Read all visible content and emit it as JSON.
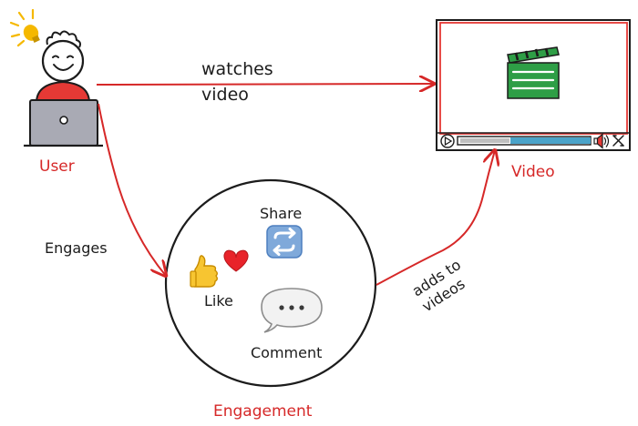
{
  "nodes": {
    "user": {
      "label": "User"
    },
    "video": {
      "label": "Video"
    },
    "engagement": {
      "label": "Engagement"
    }
  },
  "engagement_items": {
    "share": {
      "label": "Share",
      "icon": "repeat-arrows-icon"
    },
    "like": {
      "label": "Like",
      "icon": "thumbs-up-heart-icon"
    },
    "comment": {
      "label": "Comment",
      "icon": "speech-bubble-icon"
    }
  },
  "edges": {
    "watches": {
      "line1": "watches",
      "line2": "video"
    },
    "engages": {
      "label": "Engages"
    },
    "adds": {
      "line1": "adds to",
      "line2": "videos"
    }
  },
  "colors": {
    "accent_red": "#d62828",
    "ink": "#1c1c1c",
    "laptop_gray": "#a9aab4",
    "clapper_green": "#2e9e46",
    "progress_blue": "#4aa3c9",
    "lamp_yellow": "#f5b800"
  }
}
